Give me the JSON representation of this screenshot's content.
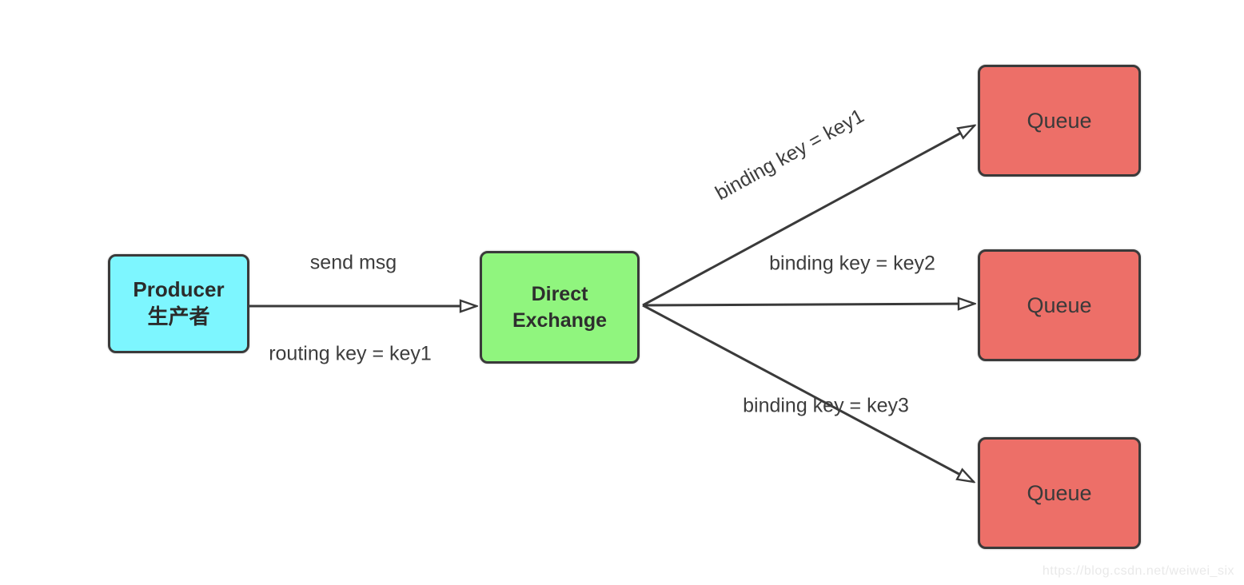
{
  "diagram": {
    "nodes": {
      "producer": {
        "label_en": "Producer",
        "label_zh": "生产者",
        "fill": "#7DF6FF"
      },
      "exchange": {
        "label_line1": "Direct",
        "label_line2": "Exchange",
        "fill": "#90F57E"
      },
      "queues": [
        {
          "label": "Queue"
        },
        {
          "label": "Queue"
        },
        {
          "label": "Queue"
        }
      ]
    },
    "edges": {
      "send_msg_label": "send msg",
      "routing_key_label": "routing key = key1",
      "binding_key1_label": "binding key = key1",
      "binding_key2_label": "binding key = key2",
      "binding_key3_label": "binding key = key3"
    },
    "colors": {
      "stroke": "#3A3A3A",
      "producer_fill": "#7DF6FF",
      "exchange_fill": "#90F57E",
      "queue_fill": "#ED6F68",
      "label_text": "#3D3D3D",
      "watermark_text": "#E9E9E9"
    },
    "watermark": "https://blog.csdn.net/weiwei_six"
  }
}
